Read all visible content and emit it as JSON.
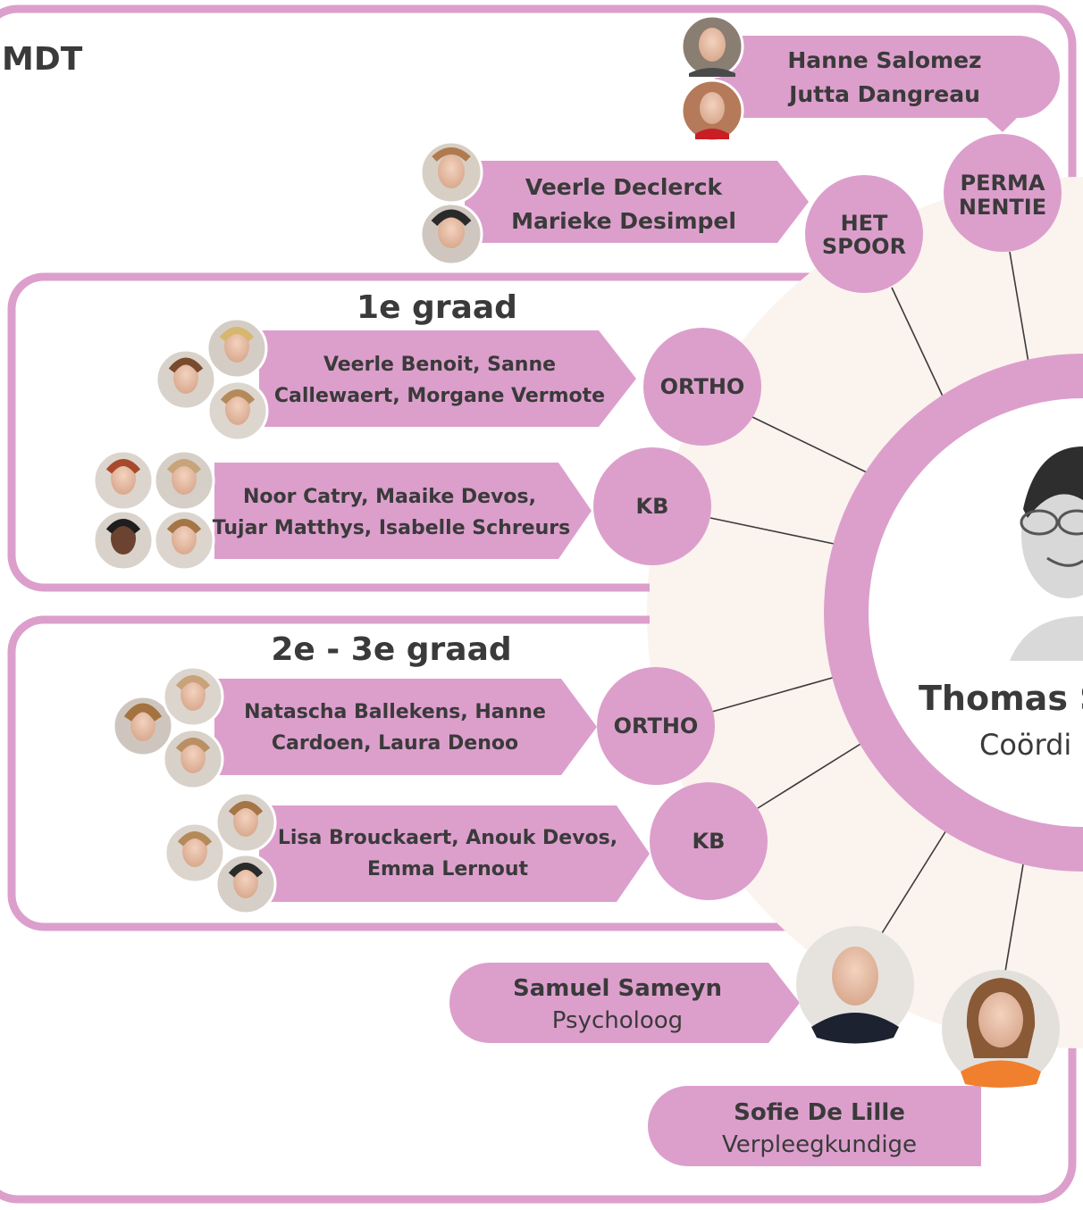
{
  "colors": {
    "pink": "#dc9fcc",
    "cream": "#fbf3ee",
    "text": "#3a3a3a",
    "line": "#3a3a3a"
  },
  "title": "MDT",
  "groups": {
    "first": "1e graad",
    "second": "2e - 3e graad"
  },
  "nodes": {
    "permanentie": [
      "PERMA",
      "NENTIE"
    ],
    "het_spoor": [
      "HET",
      "SPOOR"
    ],
    "ortho1": "ORTHO",
    "kb1": "KB",
    "ortho2": "ORTHO",
    "kb2": "KB"
  },
  "teams": {
    "permanentie": [
      "Hanne Salomez",
      "Jutta Dangreau"
    ],
    "het_spoor": [
      "Veerle Declerck",
      "Marieke Desimpel"
    ],
    "ortho1": [
      "Veerle Benoit, Sanne",
      "Callewaert, Morgane Vermote"
    ],
    "kb1": [
      "Noor Catry, Maaike Devos,",
      "Tujar Matthys, Isabelle Schreurs"
    ],
    "ortho2": [
      "Natascha Ballekens, Hanne",
      "Cardoen, Laura Denoo"
    ],
    "kb2": [
      "Lisa Brouckaert, Anouk Devos,",
      "Emma Lernout"
    ]
  },
  "coordinator": {
    "name": "Thomas S",
    "role": "Coördi"
  },
  "people": {
    "samuel": {
      "name": "Samuel Sameyn",
      "role": "Psycholoog"
    },
    "sofie": {
      "name": "Sofie De Lille",
      "role": "Verpleegkundige"
    }
  }
}
